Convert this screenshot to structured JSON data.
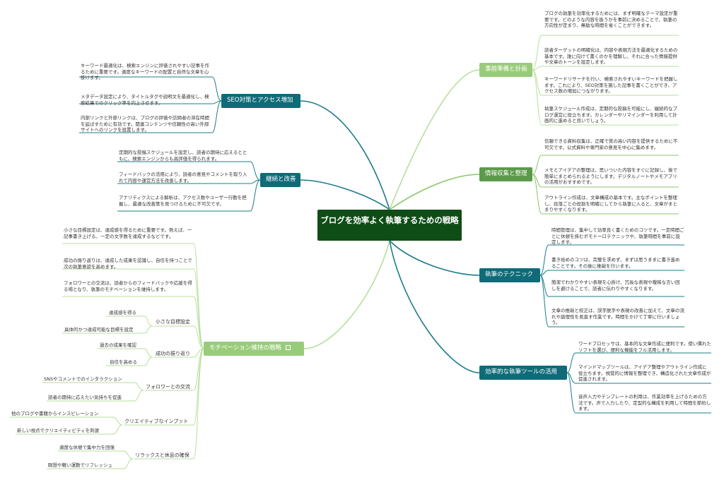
{
  "center": {
    "title": "ブログを効率よく執筆するための戦略"
  },
  "colors": {
    "center": "#0f4d17",
    "teal": "#0f6b78",
    "green": "#5b9a4a",
    "light": "#99cc7a",
    "line_teal": "#1b7c8a",
    "line_green": "#8cc56c",
    "line_light": "#b7df9c"
  },
  "branches": {
    "seo": {
      "label": "SEO対策とアクセス増加",
      "leaves": [
        "キーワード最適化は、検索エンジンに評価されやすい記事を作るために重要です。適度なキーワードの配置と自然な文章を心掛けます。",
        "メタデータ設定により、タイトルタグや説明文を最適化し、検索結果でのクリック率を向上させます。",
        "内部リンクと外部リンクは、ブログの評価や訪問者の滞在時間を延ばすために有効です。関連コンテンツや信頼性の高い外部サイトへのリンクを設置します。"
      ]
    },
    "keizoku": {
      "label": "継続と改善",
      "leaves": [
        "定期的な投稿スケジュールを設定し、読者の期待に応えるとともに、検索エンジンからも高評価を得られます。",
        "フィードバックの活用により、読者の意見やコメントを取り入れて内容や運営方法を改善します。",
        "アナリティクスによる解析は、アクセス数やユーザー行動を把握し、最適な改善策を見つけるために不可欠です。"
      ]
    },
    "motivation": {
      "label": "モチベーション維持の戦略",
      "leaves": [
        "小さな目標設定は、達成感を得るために重要です。例えば、一記事書き上げる、一定の文字数を達成するなどです。",
        "成功の振り返りは、達成した成果を認識し、自信を持つことで次の執筆意欲を高めます。",
        "フォロワーとの交流は、読者からのフィードバックや応援を得る場となり、執筆のモチベーションを維持します。"
      ],
      "subs": [
        {
          "label": "小さな目標設定",
          "children": [
            "達成感を得る",
            "具体的かつ達成可能な目標を設定"
          ]
        },
        {
          "label": "成功の振り返り",
          "children": [
            "過去の成果を確認",
            "自信を高める"
          ]
        },
        {
          "label": "フォロワーとの交流",
          "children": [
            "SNSやコメントでのインタラクション",
            "読者の期待に応えたい気持ちを促進"
          ]
        },
        {
          "label": "クリエイティブなインプット",
          "children": [
            "他のブログや書籍からインスピレーション",
            "新しい視点でクリエイティビティを刺激"
          ]
        },
        {
          "label": "リラックスと休息の確保",
          "children": [
            "適度な休憩で集中力を回復",
            "瞑想や軽い運動でリフレッシュ"
          ]
        }
      ]
    },
    "junbi": {
      "label": "事前準備と計画",
      "leaves": [
        "ブログの執筆を効率化するためには、まず明確なテーマ設定が重要です。どのような内容を扱うかを事前に決めることで、執筆の方向性が定まり、無駄な時間を省くことができます。",
        "読者ターゲットの明確化は、内容や表現方法を最適化するための基本です。誰に向けて書くのかを理解し、それに合った情報提供や文章のトーンを設定します。",
        "キーワードリサーチを行い、検索されやすいキーワードを把握します。これにより、SEO対策を施した記事を書くことができ、アクセス数の増加につながります。",
        "執筆スケジュール作成は、定期的な投稿を可能にし、継続的なブログ運営に役立ちます。カレンダーやリマインダーを利用して計画的に進めると良いでしょう。"
      ]
    },
    "joho": {
      "label": "情報収集と整理",
      "leaves": [
        "信頼できる資料収集は、正確で質の高い内容を提供するために不可欠です。公式資料や専門家の意見を中心に集めます。",
        "メモとアイデアの整理は、思いついた内容をすぐに記録し、後で簡単にまとめられるようにします。デジタルノートやメモアプリの活用がおすすめです。",
        "アウトライン作成は、文章構成の基本です。主なポイントを整理し、段落ごとの役割を明確にしてから執筆に入ると、文章がまとまりやすくなります。"
      ]
    },
    "technique": {
      "label": "執筆のテクニック",
      "leaves": [
        "時間管理は、集中して効率良く書くためのコツです。一定時間ごとに休憩を挟むポモドーロテクニックや、執筆時間を事前に設定します。",
        "書き始めのコツは、完璧を求めず、まずは思うままに書き進めることです。その後に推敲を行います。",
        "簡潔でわかりやすい表現を心掛け、冗長な表現や曖昧な言い回しを避けることで、読者に伝わりやすくなります。",
        "文章の推敲と校正は、誤字脱字や表現の改善に加えて、文章の流れや論理性を見直す作業です。時間をかけて丁寧に行いましょう。"
      ]
    },
    "tools": {
      "label": "効率的な執筆ツールの活用",
      "leaves": [
        "ワードプロセッサは、基本的な文章作成に便利です。使い慣れたソフトを選び、便利な機能をフル活用します。",
        "マインドマップツールは、アイデア整理やアウトライン作成に役立ちます。視覚的に情報を整理でき、構造化された文章作成が促進されます。",
        "音声入力やテンプレートの利用は、作業効率を上げるための方法です。声で入力したり、定型的な構成を利用して時間を節約します。"
      ]
    }
  }
}
